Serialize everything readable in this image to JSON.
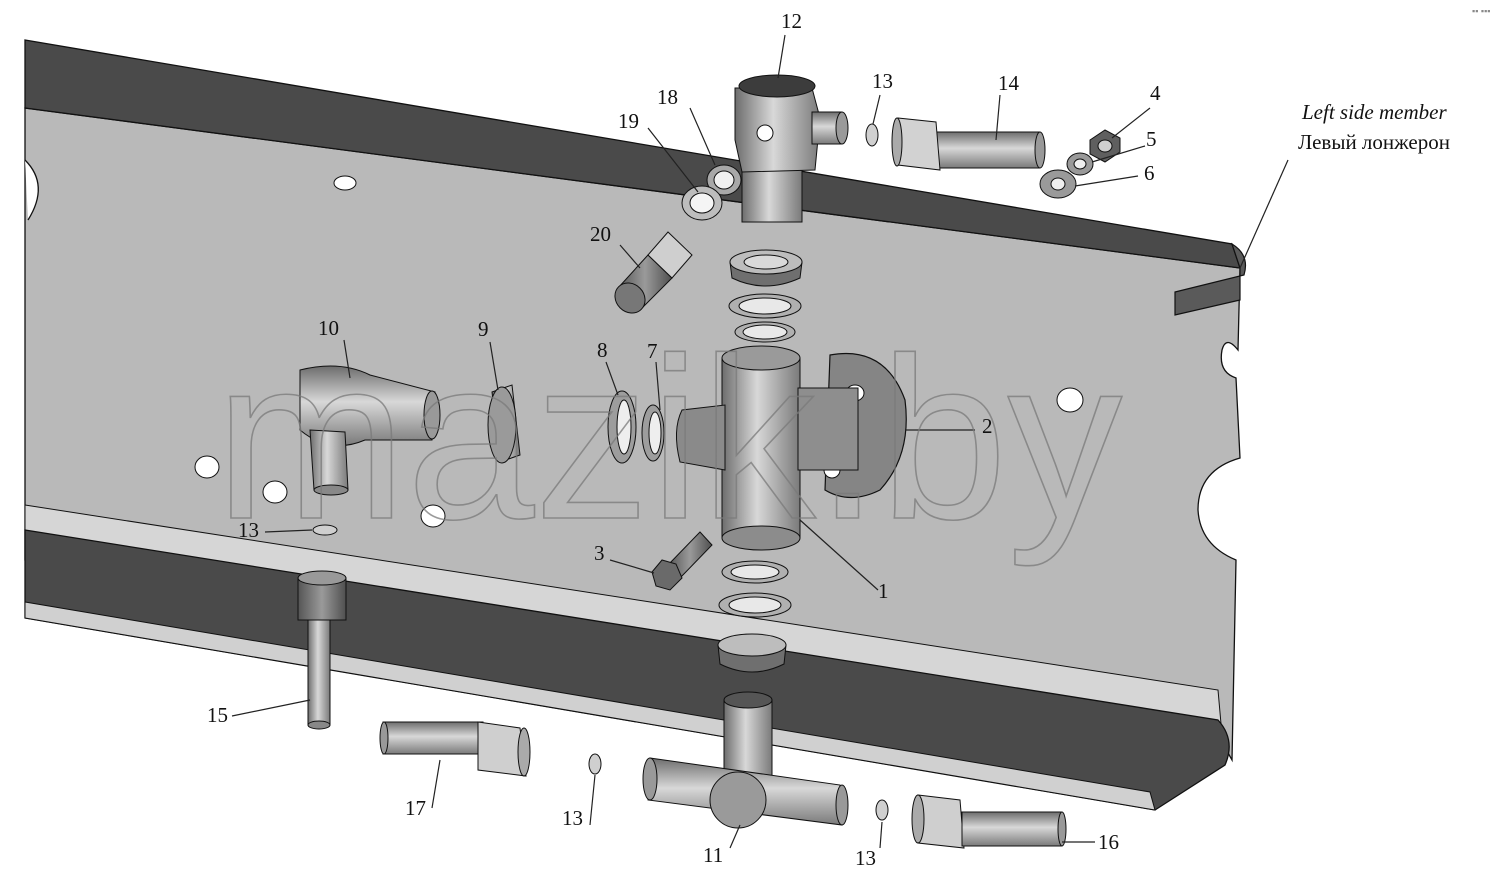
{
  "member_label": {
    "en": "Left side member",
    "ru": "Левый лонжерон"
  },
  "watermark": "mazik.by",
  "corner_mark": "▪▪ ▪▪▪",
  "callouts": {
    "c1": "1",
    "c2": "2",
    "c3": "3",
    "c4": "4",
    "c5": "5",
    "c6": "6",
    "c7": "7",
    "c8": "8",
    "c9": "9",
    "c10": "10",
    "c11": "11",
    "c12": "12",
    "c13a": "13",
    "c13b": "13",
    "c13c": "13",
    "c13d": "13",
    "c14": "14",
    "c15": "15",
    "c16": "16",
    "c17": "17",
    "c18": "18",
    "c19": "19",
    "c20": "20"
  },
  "colors": {
    "web": "#b9b9b9",
    "flange_dark": "#4a4a4a",
    "flange_light": "#d6d6d6",
    "part_mid": "#8c8c8c",
    "part_light": "#c8c8c8",
    "outline": "#111111"
  }
}
